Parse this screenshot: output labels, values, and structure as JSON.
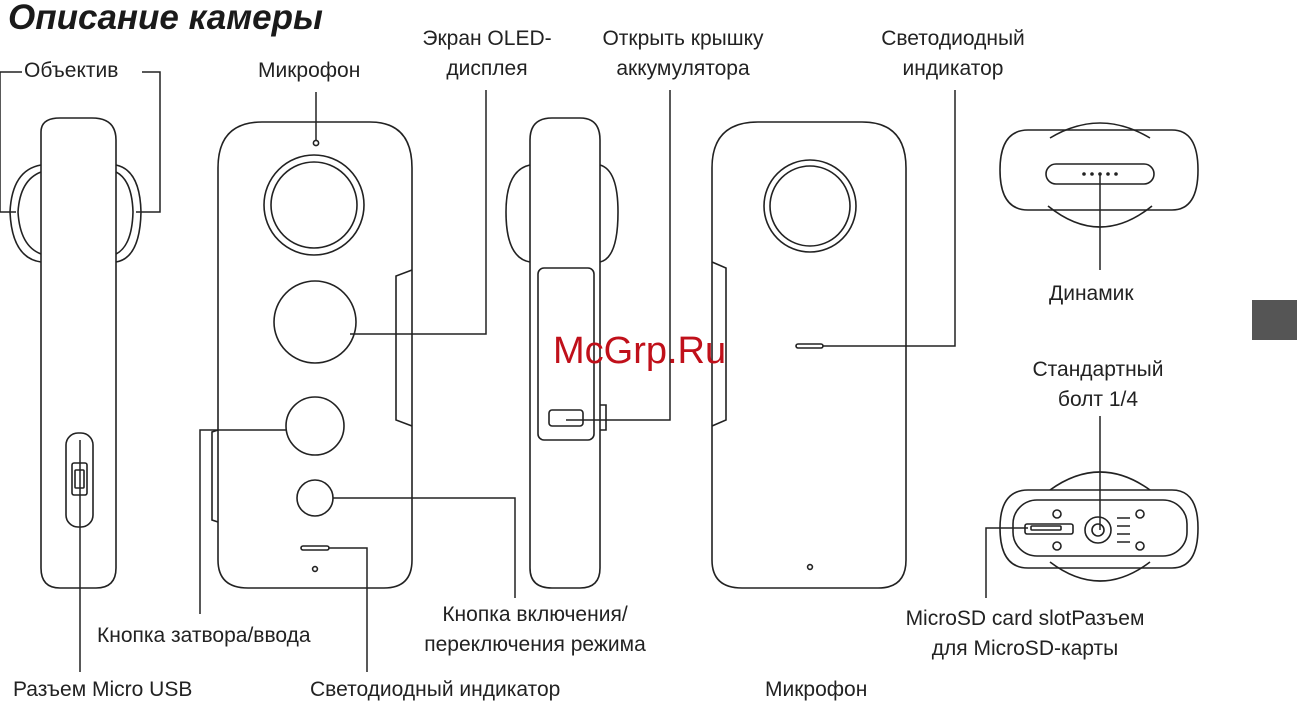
{
  "title": "Описание камеры",
  "watermark": "McGrp.Ru",
  "labels": {
    "lens": "Объектив",
    "mic_top": "Микрофон",
    "oled": [
      "Экран OLED-",
      "дисплея"
    ],
    "battery": [
      "Открыть крышку",
      "аккумулятора"
    ],
    "led_top": [
      "Светодиодный",
      "индикатор"
    ],
    "speaker": "Динамик",
    "tripod": [
      "Стандартный",
      "болт 1/4"
    ],
    "microsd": [
      "MicroSD card slotРазъем",
      "для MicroSD-карты"
    ],
    "shutter": "Кнопка затвора/ввода",
    "power": [
      "Кнопка включения/",
      "переключения режима"
    ],
    "usb": "Разъем Micro USB",
    "led_bottom": "Светодиодный индикатор",
    "mic_bottom": "Микрофон"
  },
  "colors": {
    "line": "#222222",
    "watermark": "#c0101a",
    "tab": "#555555"
  }
}
